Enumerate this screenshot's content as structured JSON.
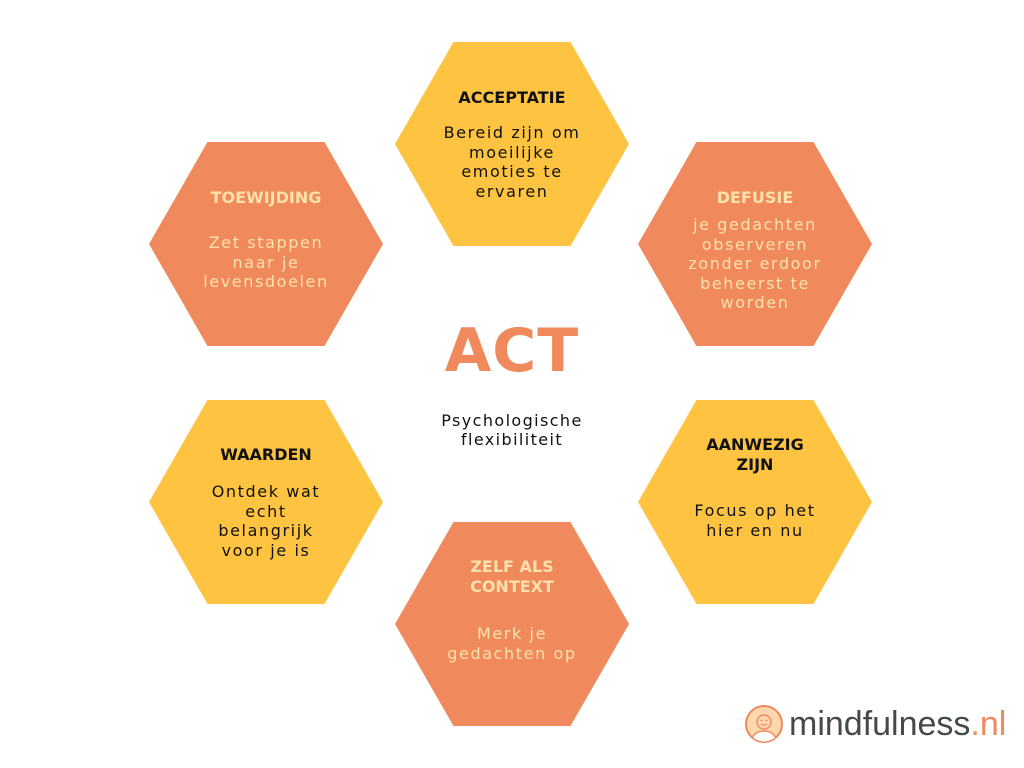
{
  "diagram": {
    "center": {
      "title": "ACT",
      "subtitle": "Psychologische\nflexibiliteit"
    },
    "nodes": [
      {
        "id": "acceptatie",
        "title": "ACCEPTATIE",
        "body": "Bereid zijn om\nmoeilijke\nemoties te\nervaren",
        "color": "yellow",
        "position": "top"
      },
      {
        "id": "defusie",
        "title": "DEFUSIE",
        "body": "je gedachten\nobserveren\nzonder erdoor\nbeheerst te\nworden",
        "color": "orange",
        "position": "top-right"
      },
      {
        "id": "aanwezig-zijn",
        "title": "AANWEZIG\nZIJN",
        "body": "Focus op het\nhier en nu",
        "color": "yellow",
        "position": "bottom-right"
      },
      {
        "id": "zelf-als-context",
        "title": "ZELF ALS\nCONTEXT",
        "body": "Merk je\ngedachten op",
        "color": "orange",
        "position": "bottom"
      },
      {
        "id": "waarden",
        "title": "WAARDEN",
        "body": "Ontdek wat\necht\nbelangrijk\nvoor je is",
        "color": "yellow",
        "position": "bottom-left"
      },
      {
        "id": "toewijding",
        "title": "TOEWIJDING",
        "body": "Zet stappen\nnaar je\nlevensdoelen",
        "color": "orange",
        "position": "top-left"
      }
    ]
  },
  "colors": {
    "yellow": "#FEC441",
    "orange": "#F0895C",
    "light_text": "#FFE2A8",
    "dark_text": "#111111",
    "background": "#FFFFFF"
  },
  "logo": {
    "icon": "smiley-person-icon",
    "name": "mindfulness",
    "tld": ".nl"
  }
}
